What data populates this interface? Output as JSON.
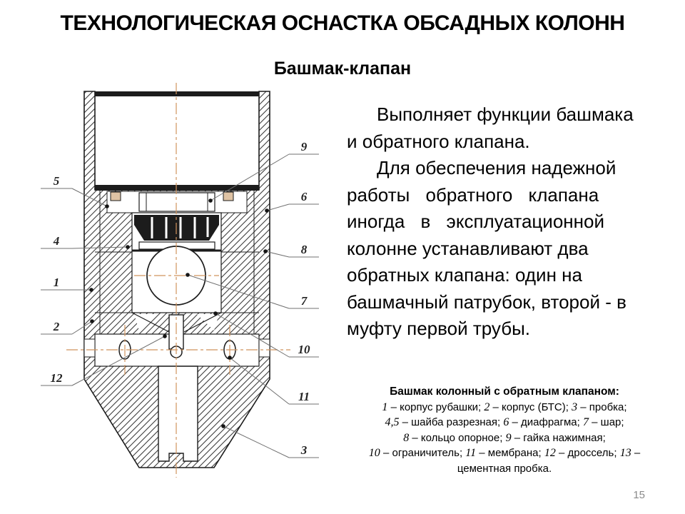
{
  "header": {
    "title": "ТЕХНОЛОГИЧЕСКАЯ ОСНАСТКА ОБСАДНЫХ КОЛОНН",
    "subtitle": "Башмак-клапан"
  },
  "description": {
    "lines": [
      {
        "t": "Выполняет функции башмака",
        "indent": true
      },
      {
        "t": "и обратного клапана."
      },
      {
        "t": "Для обеспечения надежной",
        "indent": true
      },
      {
        "t": "работы обратного клапана",
        "spread": true
      },
      {
        "t": "иногда в эксплуатационной",
        "spread": true
      },
      {
        "t": "колонне устанавливают два"
      },
      {
        "t": "обратных клапана: один на"
      },
      {
        "t": "башмачный патрубок, второй - в"
      },
      {
        "t": "муфту первой трубы."
      }
    ]
  },
  "caption": {
    "title": "Башмак колонный с обратным клапаном:",
    "line1": "1 – корпус рубашки; 2 – корпус (БТС); 3 – пробка;",
    "line2": "4,5 – шайба разрезная; 6 – диафрагма; 7 – шар;",
    "line3": "8 – кольцо опорное; 9 – гайка нажимная;",
    "line4": "10 – ограничитель; 11 – мембрана; 12 – дроссель; 13 – цементная пробка."
  },
  "page_number": "15",
  "diagram": {
    "subject": "Башмак колонный с обратным клапаном — разрез",
    "colors": {
      "line": "#1c1c1c",
      "centerline": "#d0945e",
      "leader": "#707070",
      "washer": "#dfc3a4"
    },
    "callouts": [
      {
        "label": "5",
        "side": "left",
        "shelfY": 151,
        "target": [
          95,
          176
        ]
      },
      {
        "label": "4",
        "side": "left",
        "shelfY": 235,
        "target": [
          124,
          233
        ]
      },
      {
        "label": "1",
        "side": "left",
        "shelfY": 293,
        "target": [
          73,
          293
        ]
      },
      {
        "label": "2",
        "side": "left",
        "shelfY": 355,
        "target": [
          74,
          337
        ]
      },
      {
        "label": "12",
        "side": "left",
        "shelfY": 427,
        "target": [
          176,
          358
        ]
      },
      {
        "label": "9",
        "side": "right",
        "shelfY": 103,
        "target": [
          240,
          168
        ]
      },
      {
        "label": "6",
        "side": "right",
        "shelfY": 173,
        "target": [
          319,
          182
        ]
      },
      {
        "label": "8",
        "side": "right",
        "shelfY": 247,
        "target": [
          317,
          239
        ]
      },
      {
        "label": "7",
        "side": "right",
        "shelfY": 319,
        "target": [
          208,
          272
        ]
      },
      {
        "label": "10",
        "side": "right",
        "shelfY": 387,
        "target": [
          247,
          326
        ]
      },
      {
        "label": "11",
        "side": "right",
        "shelfY": 453,
        "target": [
          267,
          388
        ]
      },
      {
        "label": "3",
        "side": "right",
        "shelfY": 528,
        "target": [
          258,
          484
        ]
      }
    ]
  }
}
